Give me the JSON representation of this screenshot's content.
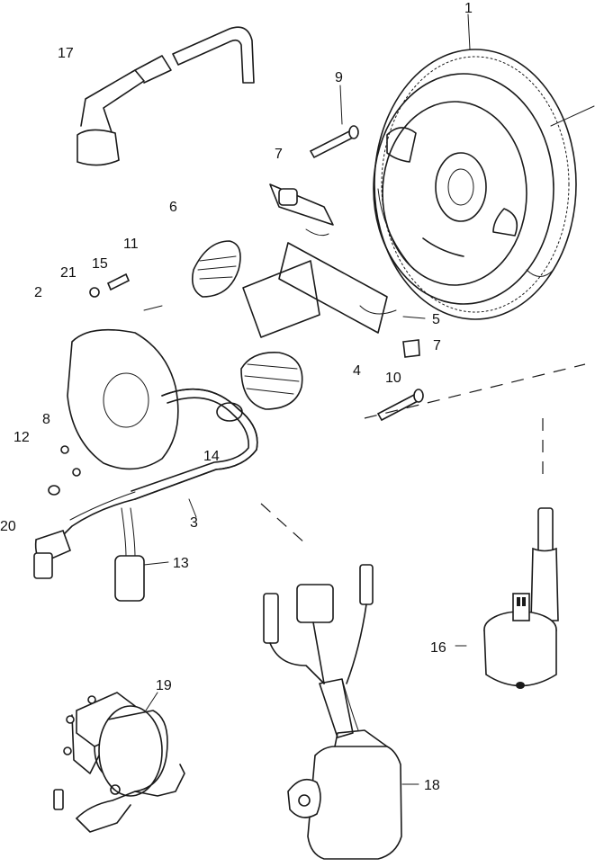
{
  "callouts": [
    {
      "id": "1",
      "label": "1"
    },
    {
      "id": "2",
      "label": "2"
    },
    {
      "id": "3",
      "label": "3"
    },
    {
      "id": "4",
      "label": "4"
    },
    {
      "id": "5",
      "label": "5"
    },
    {
      "id": "6",
      "label": "6"
    },
    {
      "id": "7a",
      "label": "7"
    },
    {
      "id": "7b",
      "label": "7"
    },
    {
      "id": "8",
      "label": "8"
    },
    {
      "id": "9",
      "label": "9"
    },
    {
      "id": "10",
      "label": "10"
    },
    {
      "id": "11",
      "label": "11"
    },
    {
      "id": "12",
      "label": "12"
    },
    {
      "id": "13",
      "label": "13"
    },
    {
      "id": "14",
      "label": "14"
    },
    {
      "id": "15",
      "label": "15"
    },
    {
      "id": "16",
      "label": "16"
    },
    {
      "id": "17",
      "label": "17"
    },
    {
      "id": "18",
      "label": "18"
    },
    {
      "id": "19",
      "label": "19"
    },
    {
      "id": "20",
      "label": "20"
    },
    {
      "id": "21",
      "label": "21"
    }
  ]
}
